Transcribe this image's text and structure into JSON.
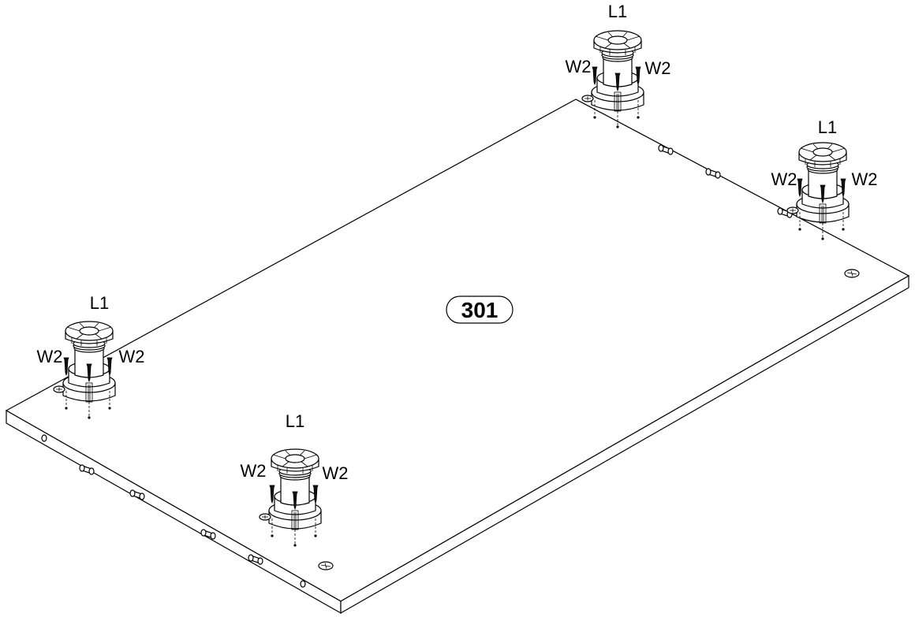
{
  "panel": {
    "part_number": "301"
  },
  "legs": [
    {
      "id": "top-center",
      "leg_label": "L1",
      "screw_left": "W2",
      "screw_right": "W2"
    },
    {
      "id": "right",
      "leg_label": "L1",
      "screw_left": "W2",
      "screw_right": "W2"
    },
    {
      "id": "left",
      "leg_label": "L1",
      "screw_left": "W2",
      "screw_right": "W2"
    },
    {
      "id": "bottom-center",
      "leg_label": "L1",
      "screw_left": "W2",
      "screw_right": "W2"
    }
  ]
}
